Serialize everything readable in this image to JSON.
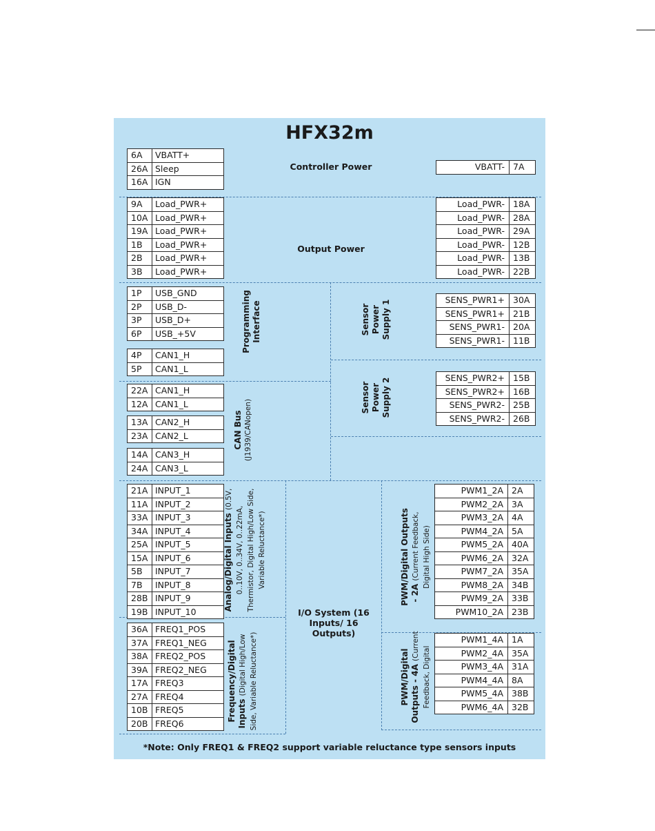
{
  "title": "HFX32m",
  "note": "*Note: Only FREQ1 & FREQ2 support variable reluctance type sensors inputs",
  "labels": {
    "controller_power": "Controller Power",
    "output_power": "Output Power",
    "programming_interface": "Programming Interface",
    "can_bus": "CAN Bus",
    "can_bus_sub": "(J1939/CANopen)",
    "sensor_supply_1": "Sensor Power Supply 1",
    "sensor_supply_2": "Sensor Power Supply 2",
    "analog_inputs": "Analog/Digital Inputs",
    "analog_inputs_sub": "(0.5V, 0..10V, 0..34V, 0..22mA, Thermistor, Digital High/Low Side, Variable Reluctance*)",
    "freq_inputs": "Frequency/Digital Inputs",
    "freq_inputs_sub": "(Digital High/Low Side, Variable Reluctance*)",
    "io_system": "I/O System (16 Inputs/ 16 Outputs)",
    "pwm2a": "PWM/Digital Outputs - 2A",
    "pwm2a_sub": "(Current Feedback, Digital High Side)",
    "pwm4a": "PWM/Digital Outputs - 4A",
    "pwm4a_sub": "(Current Feedback, Digital High/Low Side)"
  },
  "groups": {
    "controller_left": [
      [
        "6A",
        "VBATT+"
      ],
      [
        "26A",
        "Sleep"
      ],
      [
        "16A",
        "IGN"
      ]
    ],
    "controller_right": [
      [
        "VBATT-",
        "7A"
      ]
    ],
    "output_left": [
      [
        "9A",
        "Load_PWR+"
      ],
      [
        "10A",
        "Load_PWR+"
      ],
      [
        "19A",
        "Load_PWR+"
      ],
      [
        "1B",
        "Load_PWR+"
      ],
      [
        "2B",
        "Load_PWR+"
      ],
      [
        "3B",
        "Load_PWR+"
      ]
    ],
    "output_right": [
      [
        "Load_PWR-",
        "18A"
      ],
      [
        "Load_PWR-",
        "28A"
      ],
      [
        "Load_PWR-",
        "29A"
      ],
      [
        "Load_PWR-",
        "12B"
      ],
      [
        "Load_PWR-",
        "13B"
      ],
      [
        "Load_PWR-",
        "22B"
      ]
    ],
    "usb": [
      [
        "1P",
        "USB_GND"
      ],
      [
        "2P",
        "USB_D-"
      ],
      [
        "3P",
        "USB_D+"
      ],
      [
        "6P",
        "USB_+5V"
      ]
    ],
    "prog_can": [
      [
        "4P",
        "CAN1_H"
      ],
      [
        "5P",
        "CAN1_L"
      ]
    ],
    "sensor1": [
      [
        "SENS_PWR1+",
        "30A"
      ],
      [
        "SENS_PWR1+",
        "21B"
      ],
      [
        "SENS_PWR1-",
        "20A"
      ],
      [
        "SENS_PWR1-",
        "11B"
      ]
    ],
    "sensor2": [
      [
        "SENS_PWR2+",
        "15B"
      ],
      [
        "SENS_PWR2+",
        "16B"
      ],
      [
        "SENS_PWR2-",
        "25B"
      ],
      [
        "SENS_PWR2-",
        "26B"
      ]
    ],
    "can1": [
      [
        "22A",
        "CAN1_H"
      ],
      [
        "12A",
        "CAN1_L"
      ]
    ],
    "can2": [
      [
        "13A",
        "CAN2_H"
      ],
      [
        "23A",
        "CAN2_L"
      ]
    ],
    "can3": [
      [
        "14A",
        "CAN3_H"
      ],
      [
        "24A",
        "CAN3_L"
      ]
    ],
    "inputs": [
      [
        "21A",
        "INPUT_1"
      ],
      [
        "11A",
        "INPUT_2"
      ],
      [
        "33A",
        "INPUT_3"
      ],
      [
        "34A",
        "INPUT_4"
      ],
      [
        "25A",
        "INPUT_5"
      ],
      [
        "15A",
        "INPUT_6"
      ],
      [
        "5B",
        "INPUT_7"
      ],
      [
        "7B",
        "INPUT_8"
      ],
      [
        "28B",
        "INPUT_9"
      ],
      [
        "19B",
        "INPUT_10"
      ]
    ],
    "freq": [
      [
        "36A",
        "FREQ1_POS"
      ],
      [
        "37A",
        "FREQ1_NEG"
      ],
      [
        "38A",
        "FREQ2_POS"
      ],
      [
        "39A",
        "FREQ2_NEG"
      ],
      [
        "17A",
        "FREQ3"
      ],
      [
        "27A",
        "FREQ4"
      ],
      [
        "10B",
        "FREQ5"
      ],
      [
        "20B",
        "FREQ6"
      ]
    ],
    "pwm2a": [
      [
        "PWM1_2A",
        "2A"
      ],
      [
        "PWM2_2A",
        "3A"
      ],
      [
        "PWM3_2A",
        "4A"
      ],
      [
        "PWM4_2A",
        "5A"
      ],
      [
        "PWM5_2A",
        "40A"
      ],
      [
        "PWM6_2A",
        "32A"
      ],
      [
        "PWM7_2A",
        "35A"
      ],
      [
        "PWM8_2A",
        "34B"
      ],
      [
        "PWM9_2A",
        "33B"
      ],
      [
        "PWM10_2A",
        "23B"
      ]
    ],
    "pwm4a": [
      [
        "PWM1_4A",
        "1A"
      ],
      [
        "PWM2_4A",
        "35A"
      ],
      [
        "PWM3_4A",
        "31A"
      ],
      [
        "PWM4_4A",
        "8A"
      ],
      [
        "PWM5_4A",
        "38B"
      ],
      [
        "PWM6_4A",
        "32B"
      ]
    ]
  }
}
